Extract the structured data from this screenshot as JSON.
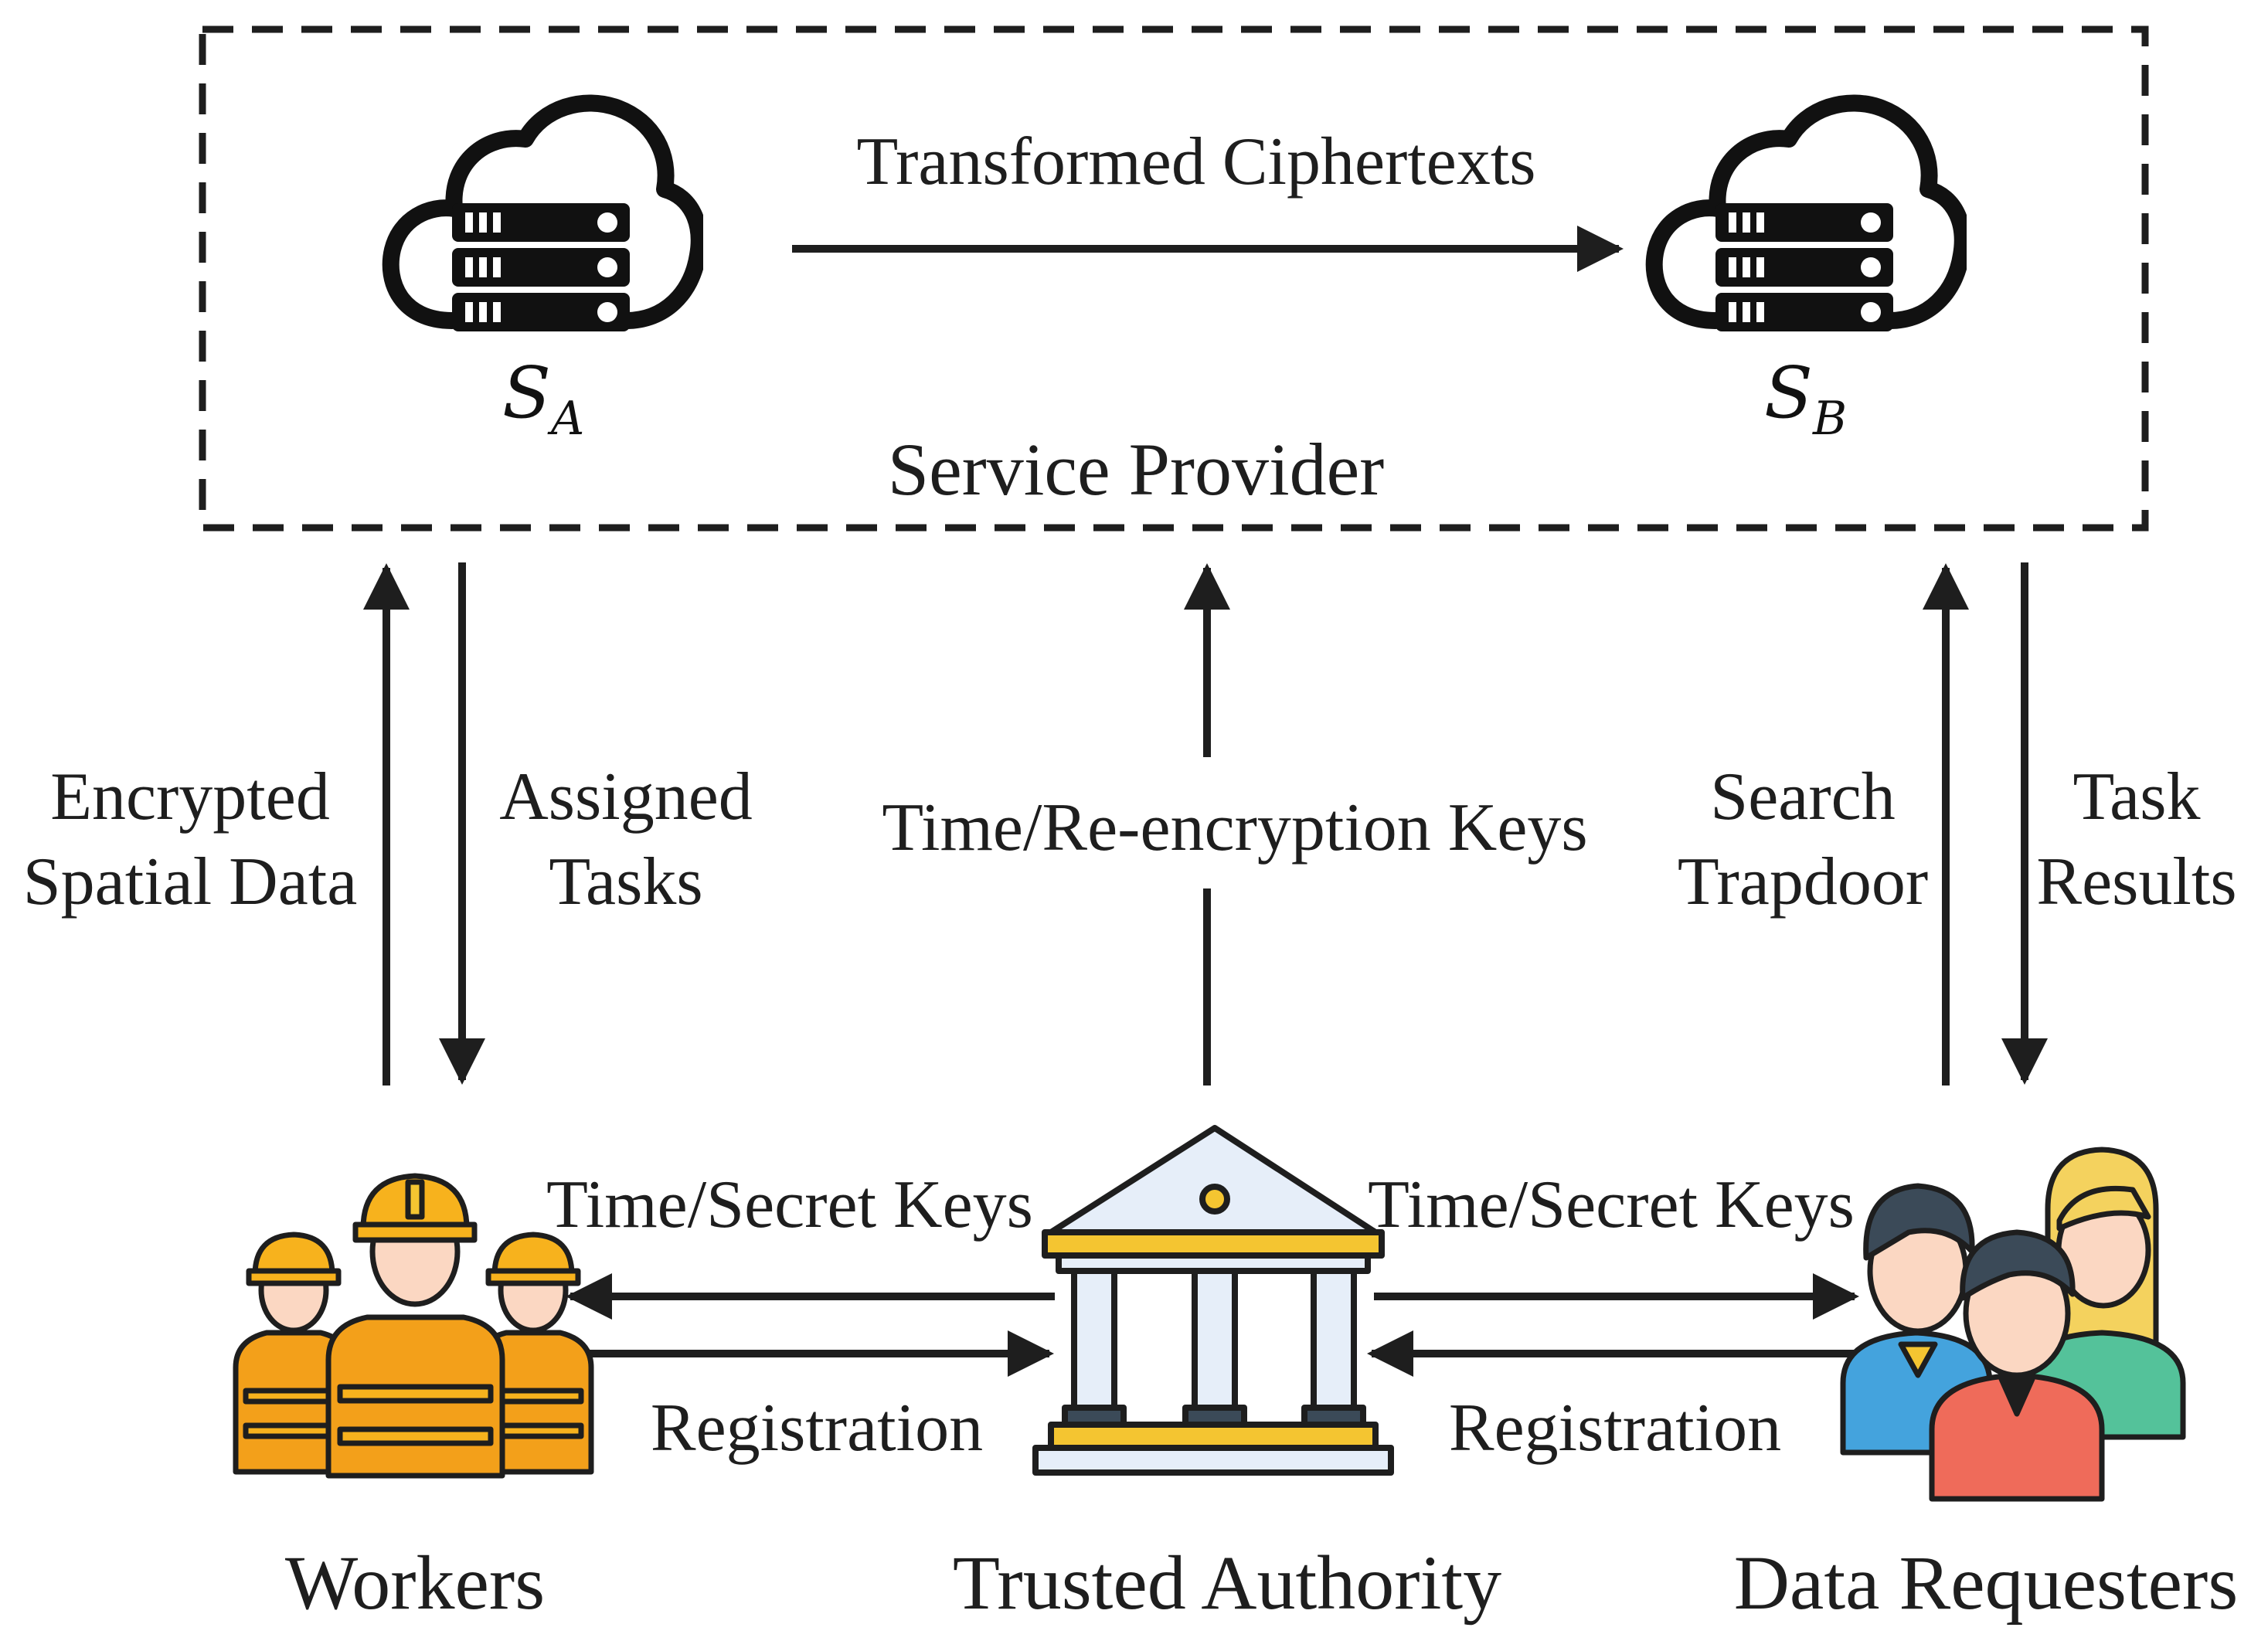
{
  "colors": {
    "line": "#1e1e1e",
    "helmet": "#f7b21d",
    "vest": "#f3a01a",
    "skin": "#fbd7c2",
    "hair_dark": "#3b4a58",
    "hair_blonde": "#f4d25e",
    "shirt_blue": "#44a3dd",
    "shirt_green": "#54c29a",
    "shirt_red": "#ef6b5a",
    "bank_fill": "#e6eef9",
    "bank_gold": "#f4c531"
  },
  "service_provider": {
    "label": "Service Provider",
    "server_a": {
      "icon": "cloud-server-icon",
      "symbol": "S",
      "subscript": "A"
    },
    "server_b": {
      "icon": "cloud-server-icon",
      "symbol": "S",
      "subscript": "B"
    },
    "transfer_label": "Transformed Ciphertexts"
  },
  "flows": {
    "encrypted_line1": "Encrypted",
    "encrypted_line2": "Spatial Data",
    "assigned_line1": "Assigned",
    "assigned_line2": "Tasks",
    "time_reenc": "Time/Re-encryption Keys",
    "search_line1": "Search",
    "search_line2": "Trapdoor",
    "task_line1": "Task",
    "task_line2": "Results",
    "time_secret_left": "Time/Secret Keys",
    "time_secret_right": "Time/Secret Keys",
    "registration_left": "Registration",
    "registration_right": "Registration"
  },
  "entities": {
    "workers": {
      "label": "Workers",
      "icon": "construction-workers-icon"
    },
    "authority": {
      "label": "Trusted Authority",
      "icon": "bank-building-icon"
    },
    "requesters": {
      "label": "Data Requesters",
      "icon": "people-group-icon"
    }
  }
}
